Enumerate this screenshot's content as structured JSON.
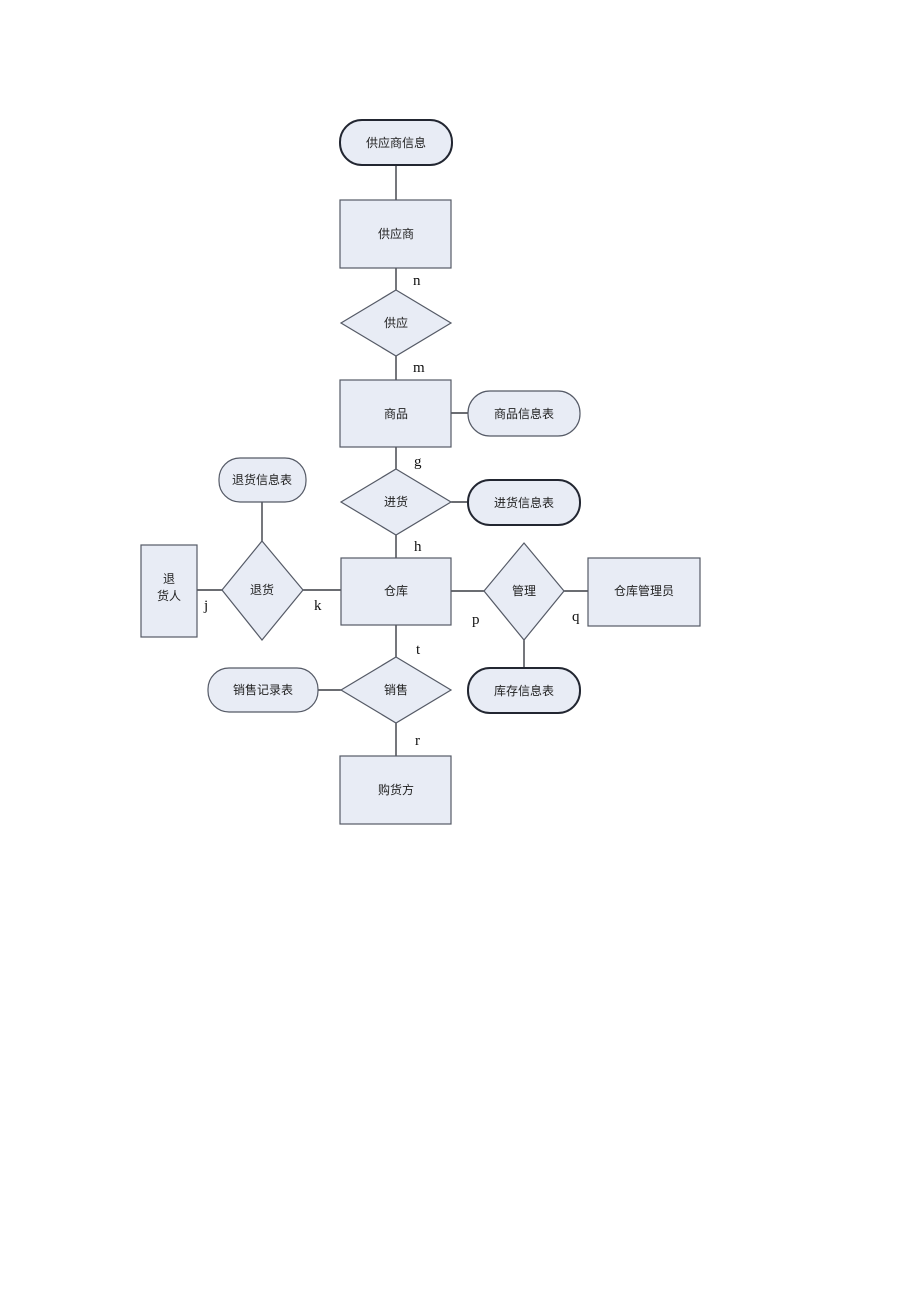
{
  "nodes": {
    "supplier_info": "供应商信息",
    "supplier": "供应商",
    "supply": "供应",
    "goods": "商品",
    "goods_info_table": "商品信息表",
    "purchase": "进货",
    "purchase_info_table": "进货信息表",
    "return_info_table": "退货信息表",
    "returner_line1": "退",
    "returner_line2": "货人",
    "return": "退货",
    "warehouse": "仓库",
    "manage": "管理",
    "warehouse_admin": "仓库管理员",
    "sales_record_table": "销售记录表",
    "sales": "销售",
    "inventory_info_table": "库存信息表",
    "buyer": "购货方"
  },
  "cardinalities": {
    "n": "n",
    "m": "m",
    "g": "g",
    "h": "h",
    "j": "j",
    "k": "k",
    "p": "p",
    "q": "q",
    "t": "t",
    "r": "r"
  }
}
